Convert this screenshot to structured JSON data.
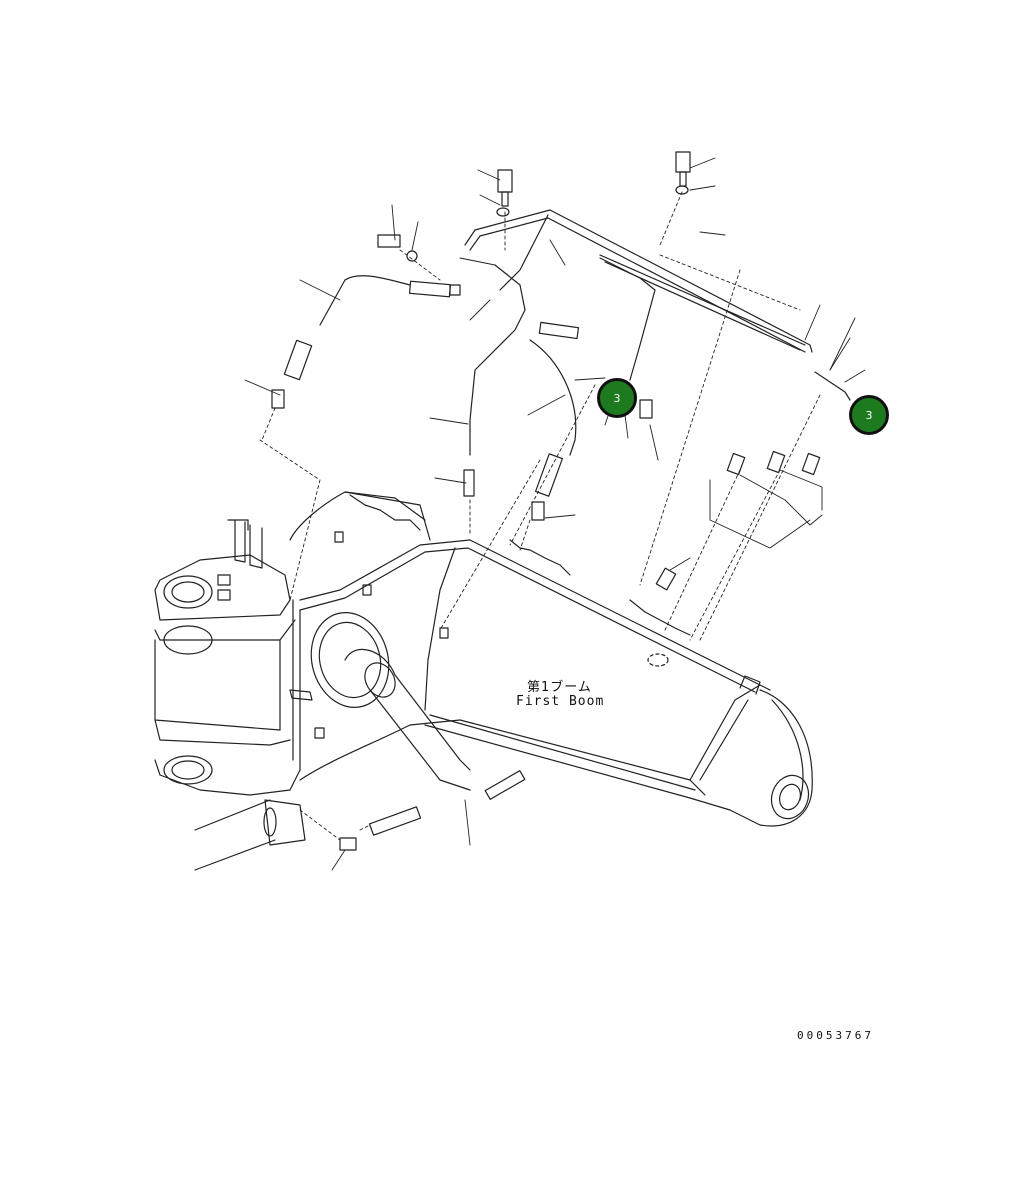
{
  "labels": {
    "part_jp": "第1ブーム",
    "part_en": "First Boom",
    "drawing_code": "00053767"
  },
  "callouts": [
    {
      "id": "callout-1",
      "text": "3"
    },
    {
      "id": "callout-2",
      "text": "3"
    }
  ],
  "colors": {
    "callout_fill": "#1e7a1e",
    "line": "#222222"
  }
}
